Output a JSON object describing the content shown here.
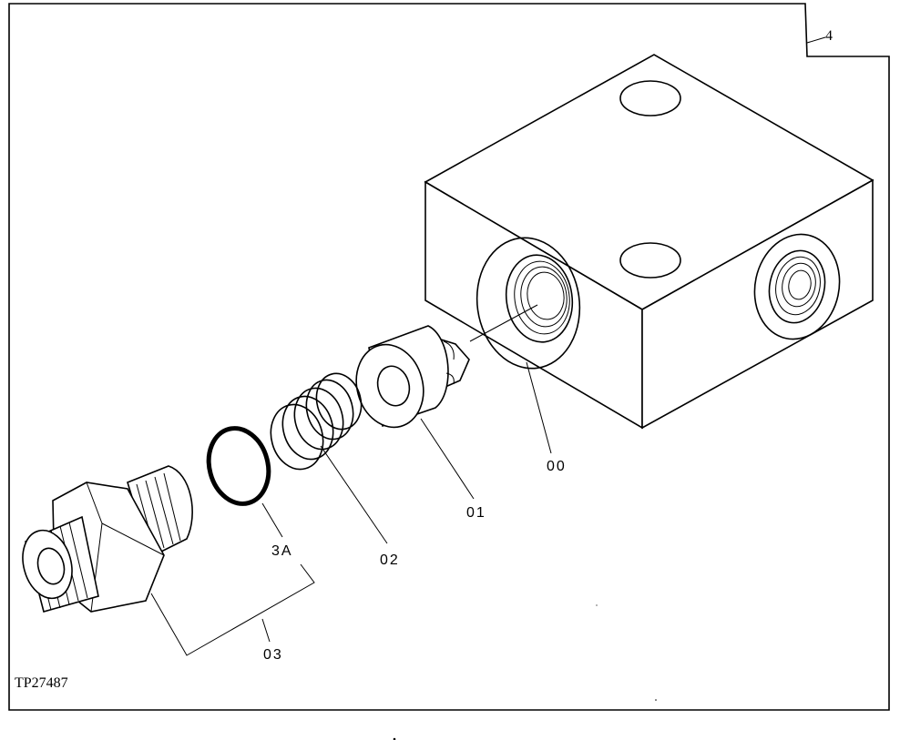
{
  "sheet": {
    "index_number": "4",
    "reference_code": "TP27487"
  },
  "callouts": [
    {
      "id": "00",
      "text": "00"
    },
    {
      "id": "01",
      "text": "01"
    },
    {
      "id": "02",
      "text": "02"
    },
    {
      "id": "3A",
      "text": "3A"
    },
    {
      "id": "03",
      "text": "03"
    }
  ],
  "parts": [
    {
      "id": "00",
      "name": "valve-housing-block"
    },
    {
      "id": "01",
      "name": "poppet"
    },
    {
      "id": "02",
      "name": "spring"
    },
    {
      "id": "3A",
      "name": "o-ring"
    },
    {
      "id": "03",
      "name": "plug-fitting"
    }
  ]
}
